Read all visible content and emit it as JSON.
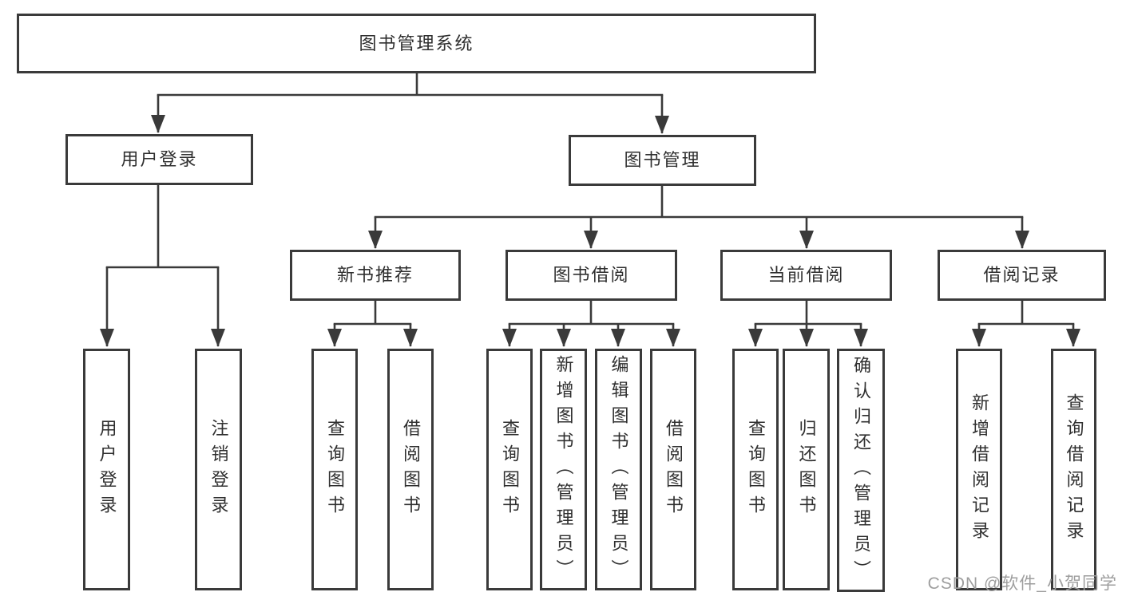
{
  "diagram": {
    "root": "图书管理系统",
    "l2": [
      "用户登录",
      "图书管理"
    ],
    "l3": [
      "新书推荐",
      "图书借阅",
      "当前借阅",
      "借阅记录"
    ],
    "leaves": {
      "user_login": [
        "用户登录",
        "注销登录"
      ],
      "new_books": [
        "查询图书",
        "借阅图书"
      ],
      "book_borrow": [
        "查询图书",
        "新增图书（管理员）",
        "编辑图书（管理员）",
        "借阅图书"
      ],
      "current_borrow": [
        "查询图书",
        "归还图书",
        "确认归还（管理员）"
      ],
      "borrow_records": [
        "新增借阅记录",
        "查询借阅记录"
      ]
    }
  },
  "watermark": "CSDN @软件_小贺同学",
  "colors": {
    "line": "#3a3a3a",
    "text": "#2f2f2f",
    "watermark": "#9e9e9e",
    "background": "#ffffff"
  }
}
